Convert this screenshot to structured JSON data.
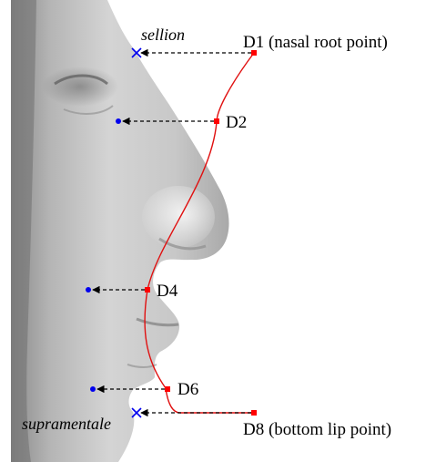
{
  "labels": {
    "sellion": "sellion",
    "supramentale": "supramentale",
    "d1": "D1 (nasal root point)",
    "d2": "D2",
    "d4": "D4",
    "d6": "D6",
    "d8": "D8 (bottom lip point)"
  },
  "colors": {
    "curve": "#e01010",
    "marker_red": "#ff0000",
    "marker_blue": "#0000ee",
    "arrow": "#000000",
    "face_light": "#d9d9d9",
    "face_dark": "#7a7a7a"
  },
  "icons": {
    "landmark": "cross-icon",
    "blue_point": "dot-icon",
    "red_point": "square-icon"
  }
}
